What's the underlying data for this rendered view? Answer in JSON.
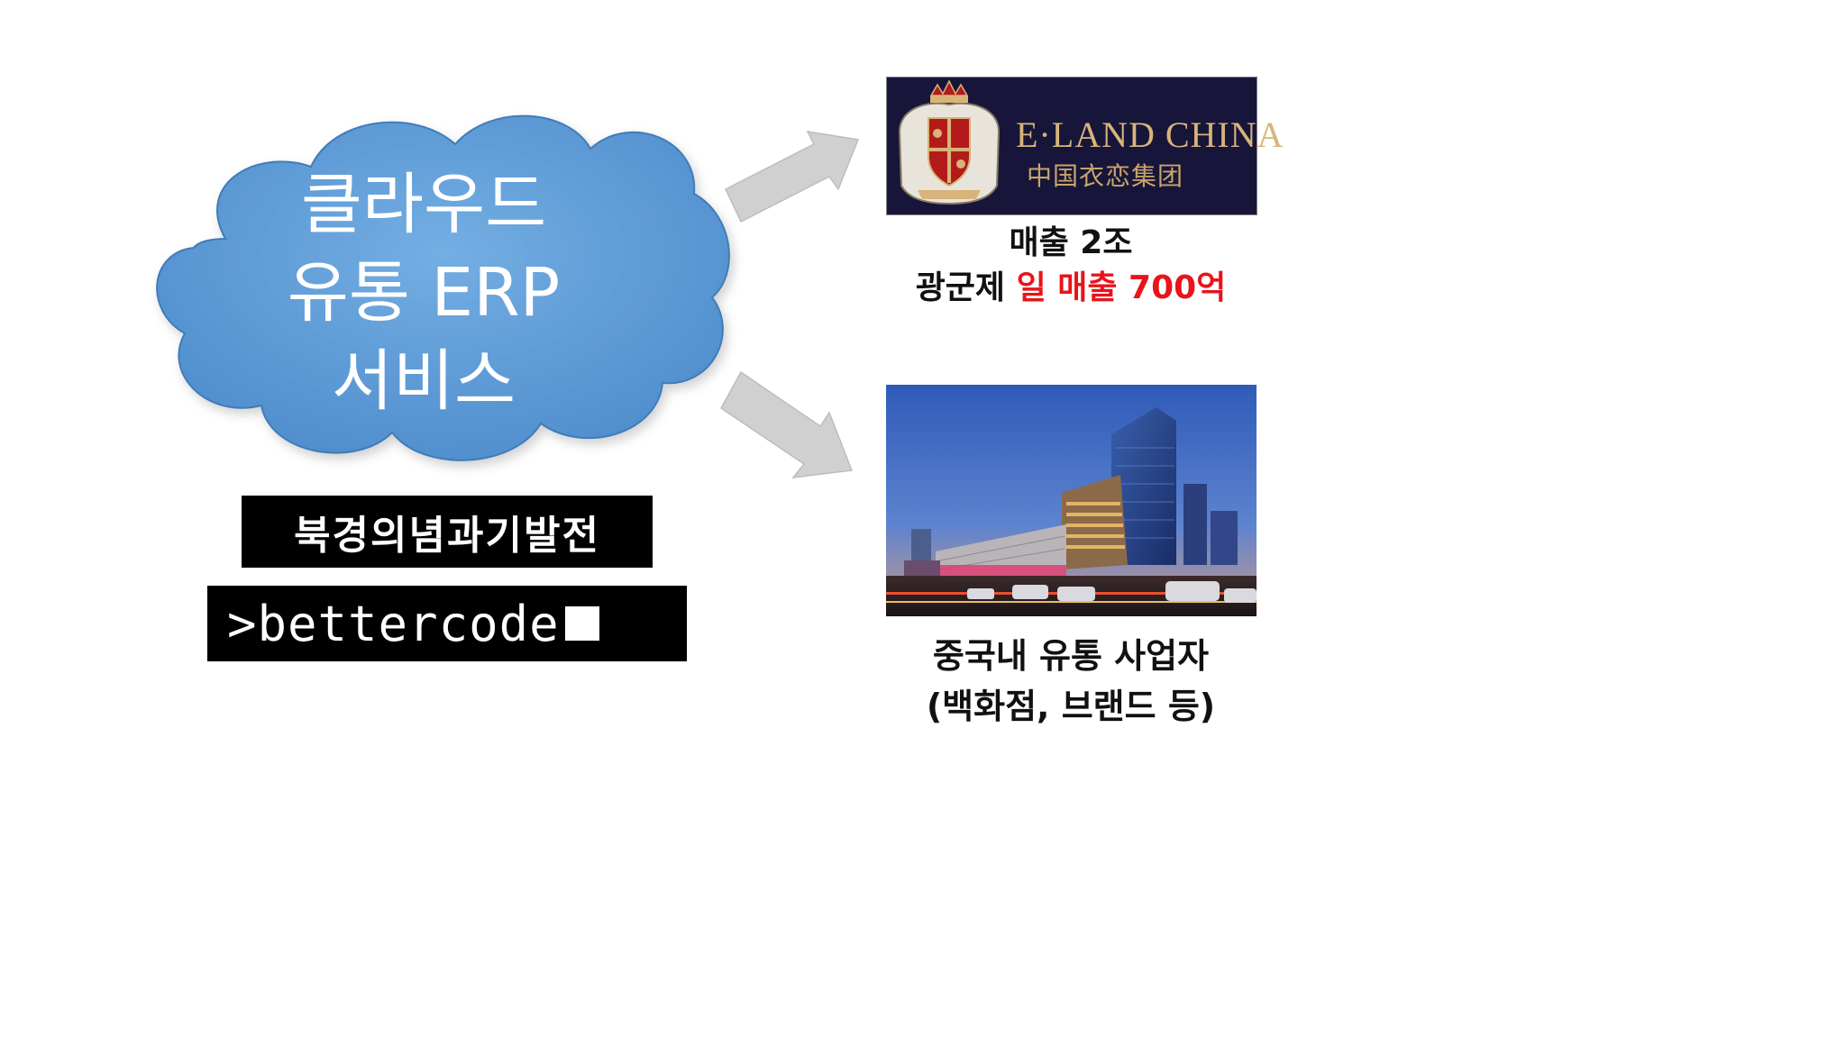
{
  "cloud": {
    "line1": "클라우드",
    "line2": "유통 ERP",
    "line3": "서비스"
  },
  "labels": {
    "black_label": "북경의념과기발전",
    "bettercode": ">bettercode"
  },
  "eland": {
    "logo_text_en": "E·LAND CHINA",
    "logo_text_cn": "中国衣恋集团",
    "caption_line1": "매출 2조",
    "caption_line2_prefix": "광군제 ",
    "caption_line2_red": "일 매출 700억"
  },
  "distributors": {
    "caption_line1": "중국내 유통 사업자",
    "caption_line2": "(백화점, 브랜드 등)"
  },
  "colors": {
    "cloud_fill": "#5b9bd5",
    "cloud_stroke": "#3f7cb8",
    "arrow_fill": "#d0d0d0",
    "highlight_red": "#e8141b",
    "logo_bg": "#17163a",
    "logo_gold": "#d8b47a"
  }
}
